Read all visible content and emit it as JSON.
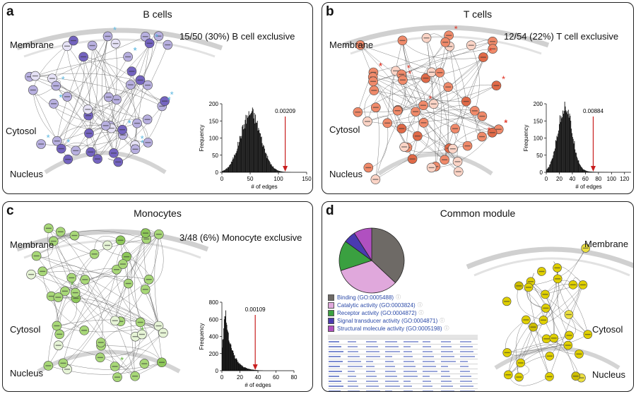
{
  "panels": {
    "a": {
      "label": "a",
      "title": "B cells",
      "exclusive": "15/50 (30%) B cell exclusive"
    },
    "b": {
      "label": "b",
      "title": "T cells",
      "exclusive": "12/54 (22%) T cell exclusive"
    },
    "c": {
      "label": "c",
      "title": "Monocytes",
      "exclusive": "3/48 (6%) Monocyte exclusive"
    },
    "d": {
      "label": "d",
      "title": "Common module"
    }
  },
  "regions": {
    "membrane": "Membrane",
    "cytosol": "Cytosol",
    "nucleus": "Nucleus"
  },
  "colors": {
    "b_node": "#b8b0e0",
    "b_node_dark": "#7464c0",
    "b_star": "#5cb8e0",
    "t_node": "#f08a6a",
    "t_node_light": "#fbd4c6",
    "t_star": "#e03020",
    "m_node": "#a8d878",
    "m_node_light": "#e6f4d6",
    "m_star": "#5ab030",
    "common_node": "#e0d000",
    "arrow": "#c81e1e",
    "bar": "#111111"
  },
  "chart_data": [
    {
      "type": "bar",
      "panel": "a",
      "title": "",
      "xlabel": "# of edges",
      "ylabel": "Frequency",
      "xlim": [
        0,
        150
      ],
      "ylim": [
        0,
        200
      ],
      "xticks": [
        0,
        50,
        100,
        150
      ],
      "yticks": [
        0,
        50,
        100,
        150,
        200
      ],
      "distribution": {
        "mean": 50,
        "sd": 18,
        "peak": 170,
        "max_x": 120
      },
      "observed": {
        "x": 112,
        "label": "0.00209"
      }
    },
    {
      "type": "bar",
      "panel": "b",
      "title": "",
      "xlabel": "# of edges",
      "ylabel": "Frequency",
      "xlim": [
        0,
        130
      ],
      "ylim": [
        0,
        200
      ],
      "xticks": [
        0,
        20,
        40,
        60,
        80,
        100,
        120
      ],
      "yticks": [
        0,
        50,
        100,
        150,
        200
      ],
      "distribution": {
        "mean": 28,
        "sd": 11,
        "peak": 190,
        "max_x": 110
      },
      "observed": {
        "x": 72,
        "label": "0.00884"
      }
    },
    {
      "type": "bar",
      "panel": "c",
      "title": "",
      "xlabel": "# of edges",
      "ylabel": "Frequency",
      "xlim": [
        0,
        80
      ],
      "ylim": [
        0,
        800
      ],
      "xticks": [
        0,
        20,
        40,
        60,
        80
      ],
      "yticks": [
        0,
        200,
        400,
        600,
        800
      ],
      "distribution": {
        "mean": 4,
        "sd": 8,
        "peak": 720,
        "max_x": 45
      },
      "observed": {
        "x": 37,
        "label": "0.00109"
      }
    },
    {
      "type": "pie",
      "panel": "d",
      "title": "",
      "labels": [
        "Binding",
        "Catalytic activity",
        "Receptor activity",
        "Signal transducer activity",
        "Structural molecule activity"
      ],
      "values": [
        37,
        33,
        15,
        6,
        9
      ],
      "colors": [
        "#6e6a66",
        "#e0a8dc",
        "#3aa040",
        "#4a3ab0",
        "#b050c0"
      ]
    }
  ],
  "go_legend": [
    {
      "text": "Binding (GO:0005488)",
      "color": "#6e6a66"
    },
    {
      "text": "Catalytic activity (GO:0003824)",
      "color": "#e0a8dc"
    },
    {
      "text": "Receptor activity (GO:0004872)",
      "color": "#3aa040"
    },
    {
      "text": "Signal transducer activity (GO:0004871)",
      "color": "#4a3ab0"
    },
    {
      "text": "Structural molecule activity (GO:0005198)",
      "color": "#b050c0"
    }
  ]
}
